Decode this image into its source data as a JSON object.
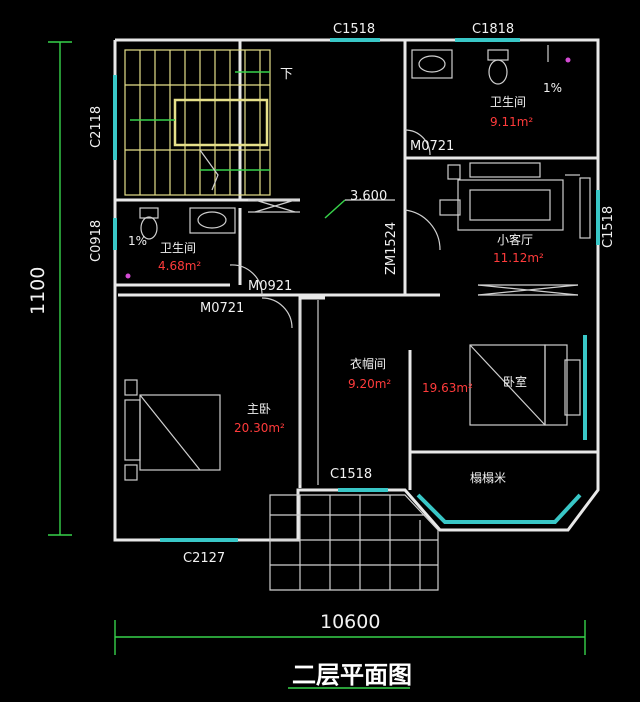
{
  "title": "二层平面图",
  "dimensions": {
    "width": "10600",
    "height": "1100"
  },
  "level": "3.600",
  "stair_label": "下",
  "windows": {
    "c1518_top": "C1518",
    "c1818": "C1818",
    "c2118": "C2118",
    "c0918": "C0918",
    "c1518_right": "C1518",
    "c1518_mid": "C1518",
    "c2127": "C2127"
  },
  "doors": {
    "m0721_top": "M0721",
    "m0921": "M0921",
    "m0721_left": "M0721",
    "zm1524": "ZM1524"
  },
  "rooms": [
    {
      "name": "卫生间",
      "area": "9.11m²"
    },
    {
      "name": "卫生间",
      "area": "4.68m²"
    },
    {
      "name": "小客厅",
      "area": "11.12m²"
    },
    {
      "name": "衣帽间",
      "area": "9.20m²"
    },
    {
      "name": "卧室",
      "area": "19.63m²"
    },
    {
      "name": "主卧",
      "area": "20.30m²"
    },
    {
      "name": "榻榻米",
      "area": ""
    }
  ],
  "slopes": {
    "top_right": "1%",
    "left": "1%"
  }
}
